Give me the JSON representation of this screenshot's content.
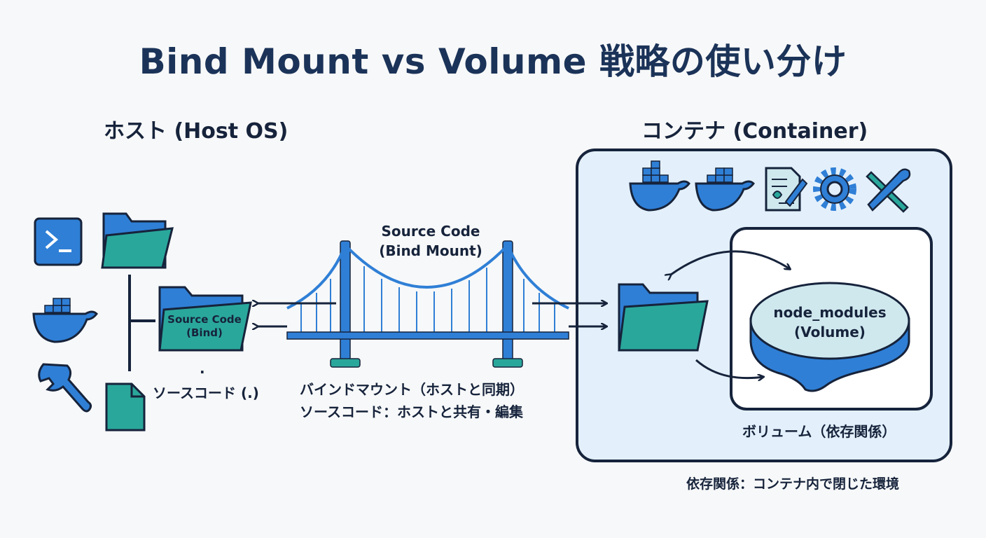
{
  "title": "Bind Mount vs Volume 戦略の使い分け",
  "host": {
    "heading": "ホスト (Host OS)",
    "folder_label_line1": "Source Code",
    "folder_label_line2": "(Bind)",
    "dot": ".",
    "caption": "ソースコード (.)"
  },
  "bridge": {
    "label_line1": "Source Code",
    "label_line2": "(Bind Mount)",
    "caption_line1": "バインドマウント（ホストと同期）",
    "caption_line2": "ソースコード：ホストと共有・編集"
  },
  "container": {
    "heading": "コンテナ (Container)",
    "volume_label_line1": "node_modules",
    "volume_label_line2": "(Volume)",
    "volume_caption": "ボリューム（依存関係）",
    "footer_note": "依存関係：コンテナ内で閉じた環境"
  },
  "icons": {
    "host": [
      "terminal-icon",
      "folder-icon",
      "docker-whale-icon",
      "wrench-icon",
      "file-icon"
    ],
    "container": [
      "docker-whale-icon",
      "docker-whale-icon",
      "document-edit-icon",
      "gear-icon",
      "tools-icon"
    ]
  },
  "colors": {
    "navy": "#1b3358",
    "blue": "#2f7fd6",
    "teal": "#2aa79b",
    "panel": "#e3f0fb",
    "volume": "#cfe8ee"
  }
}
